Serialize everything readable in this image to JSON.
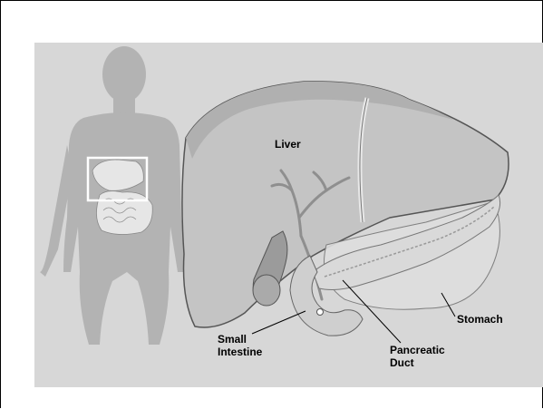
{
  "labels": {
    "liver": "Liver",
    "small_intestine": "Small\nIntestine",
    "pancreatic_duct": "Pancreatic\nDuct",
    "stomach": "Stomach"
  },
  "icons": {
    "body": "human-silhouette",
    "focus": "zoom-box"
  }
}
